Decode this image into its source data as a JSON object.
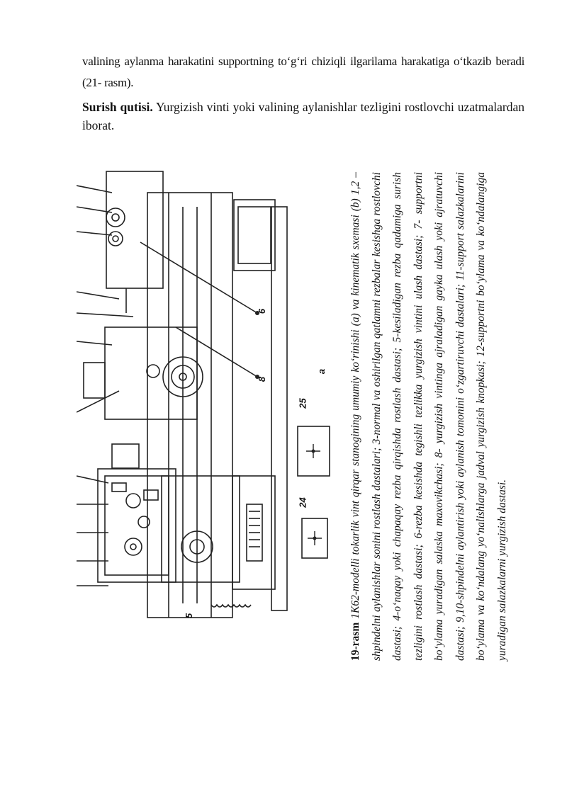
{
  "paragraph1": "valining aylanma harakatini supportning to‘g‘ri chiziqli ilgarilama harakatiga o‘tkazib beradi (21- rasm).",
  "paragraph2": {
    "heading": "Surish qutisi.",
    "text": " Yurgizish vinti yoki valining aylanishlar tezligini rostlovchi uzatmalardan iborat."
  },
  "figure": {
    "labels": {
      "l5": "5",
      "l6": "6",
      "l8": "8",
      "la": "a",
      "l24": "24",
      "l25": "25"
    }
  },
  "caption": {
    "lead": "19-rasm",
    "text": " 1K62-modelli tokarlik vint qirqar stanogining umumiy ko‘rinishi (a) va kinematik sxemasi (b) 1,2 –shpindelni aylanishlar sonini rostlash dastalari; 3-normal va oshirilgan qatlamni rezbalar kesishga rostlovchi dastasi; 4-o‘naqay yoki chapaqay rezba qirqishda rostlash dastasi; 5-kesiladigan rezba qadamiga surish tezligini rostlash dastasi; 6-rezba kesishda tegishli tezlikka yurgizish vintini ulash dastasi; 7- supportni bo‘ylama yuradigan salaska maxovikchasi; 8- yurgizish vintinga ajraladigan gayka ulash yoki ajratuvchi dastasi; 9,10-shpindelni aylantirish yoki aylanish tomonini o‘zgartiruvchi dastalari; 11-support salazkalarini bo‘ylama va ko‘ndalang yo‘nalishlarga jadval yurgizish knopkasi; 12-supportni bo‘ylama va ko‘ndalangiga yuradigan salazkalarni yurgizish dastasi."
  }
}
